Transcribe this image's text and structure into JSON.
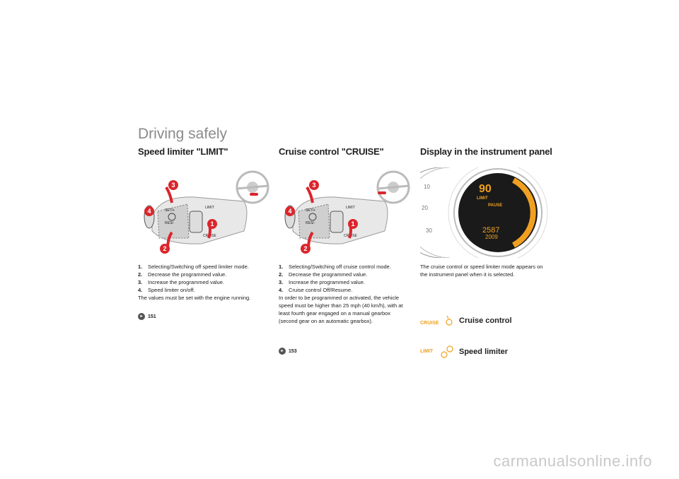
{
  "page": {
    "title": "Driving safely"
  },
  "limiter": {
    "heading": "Speed limiter \"LIMIT\"",
    "steps": [
      {
        "num": "1.",
        "text": "Selecting/Switching off speed limiter mode."
      },
      {
        "num": "2.",
        "text": "Decrease the programmed value."
      },
      {
        "num": "3.",
        "text": "Increase the programmed value."
      },
      {
        "num": "4.",
        "text": "Speed limiter on/off."
      }
    ],
    "note": "The values must be set with the engine running.",
    "ref": "151"
  },
  "cruise": {
    "heading": "Cruise control \"CRUISE\"",
    "steps": [
      {
        "num": "1.",
        "text": "Selecting/Switching off cruise control mode."
      },
      {
        "num": "2.",
        "text": "Decrease the programmed value."
      },
      {
        "num": "3.",
        "text": "Increase the programmed value."
      },
      {
        "num": "4.",
        "text": "Cruise control Off/Resume."
      }
    ],
    "note": "In order to be programmed or activated, the vehicle speed must be higher than 25 mph (40 km/h), with at least fourth gear engaged on a manual gearbox (second gear on an automatic gearbox).",
    "ref": "153"
  },
  "display": {
    "heading": "Display in the instrument panel",
    "text": "The cruise control or speed limiter mode appears on the instrument panel when it is selected.",
    "cruise_icon_text": "CRUISE",
    "cruise_label": "Cruise control",
    "limit_icon_text": "LIMIT",
    "limit_label": "Speed limiter",
    "panel": {
      "speed": "90",
      "limit": "LIMIT",
      "pause": "PAUSE",
      "odo": "2587",
      "trip": "2009"
    }
  },
  "figure_labels": {
    "plus": "SET/+",
    "minus": "RES/-",
    "limit": "LIMIT",
    "cruise": "CRUISE",
    "n1": "1",
    "n2": "2",
    "n3": "3",
    "n4": "4"
  },
  "colors": {
    "accent": "#d9262c",
    "amber": "#f0a020"
  },
  "watermark": "carmanualsonline.info"
}
